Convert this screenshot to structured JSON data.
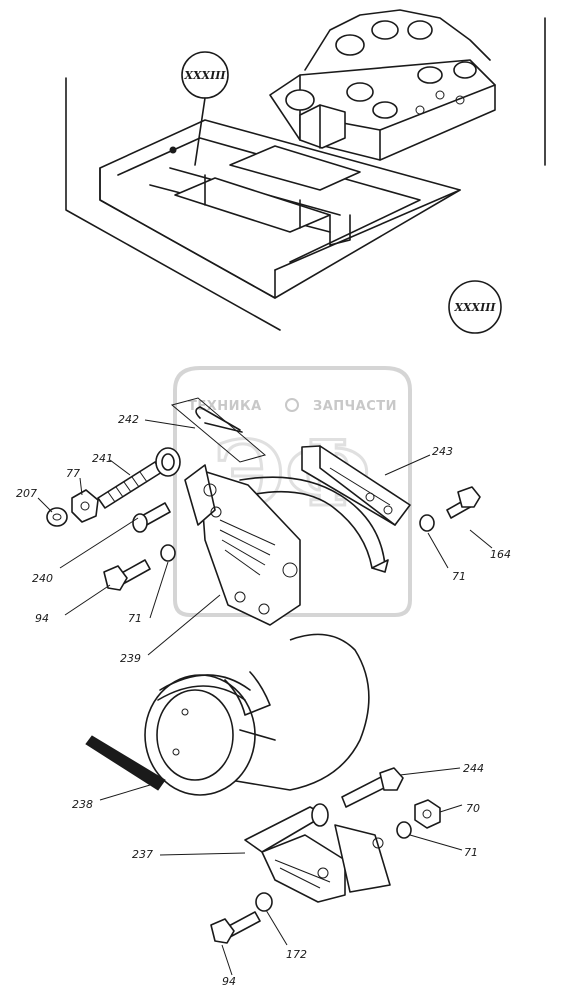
{
  "callouts": {
    "top_marker": "XXXIII",
    "detail_marker": "XXXIII"
  },
  "watermark": {
    "left_text": "ТЕХНИКА",
    "right_text": "ЗАПЧАСТИ",
    "logo_letters": "ЭФ"
  },
  "part_labels": {
    "p242": "242",
    "p243": "243",
    "p241": "241",
    "p77": "77",
    "p207": "207",
    "p164": "164",
    "p240": "240",
    "p71a": "71",
    "p71b": "71",
    "p94a": "94",
    "p239": "239",
    "p244": "244",
    "p70": "70",
    "p238": "238",
    "p237": "237",
    "p71c": "71",
    "p172": "172",
    "p94b": "94"
  },
  "colors": {
    "ink": "#1a1a1a",
    "paper": "#ffffff",
    "watermark": "#c8c8c8"
  }
}
